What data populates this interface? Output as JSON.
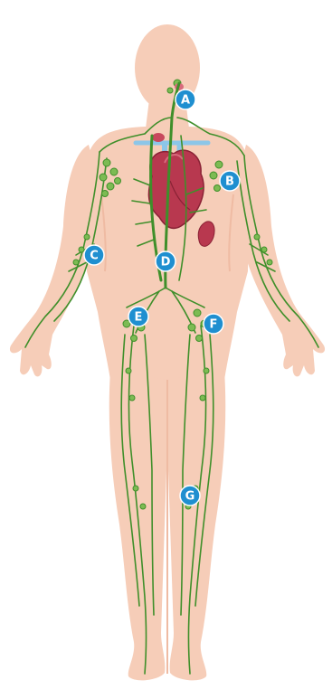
{
  "labels": {
    "a": "A",
    "b": "B",
    "c": "C",
    "d": "D",
    "e": "E",
    "f": "F",
    "g": "G"
  },
  "colors": {
    "skin": "#f6cdb8",
    "skin_shadow": "#efbba3",
    "lymph_vessel": "#3f8f2a",
    "lymph_node": "#7dbb53",
    "heart": "#b8384f",
    "vein": "#8cc6e8",
    "marker": "#1f8fd0"
  }
}
